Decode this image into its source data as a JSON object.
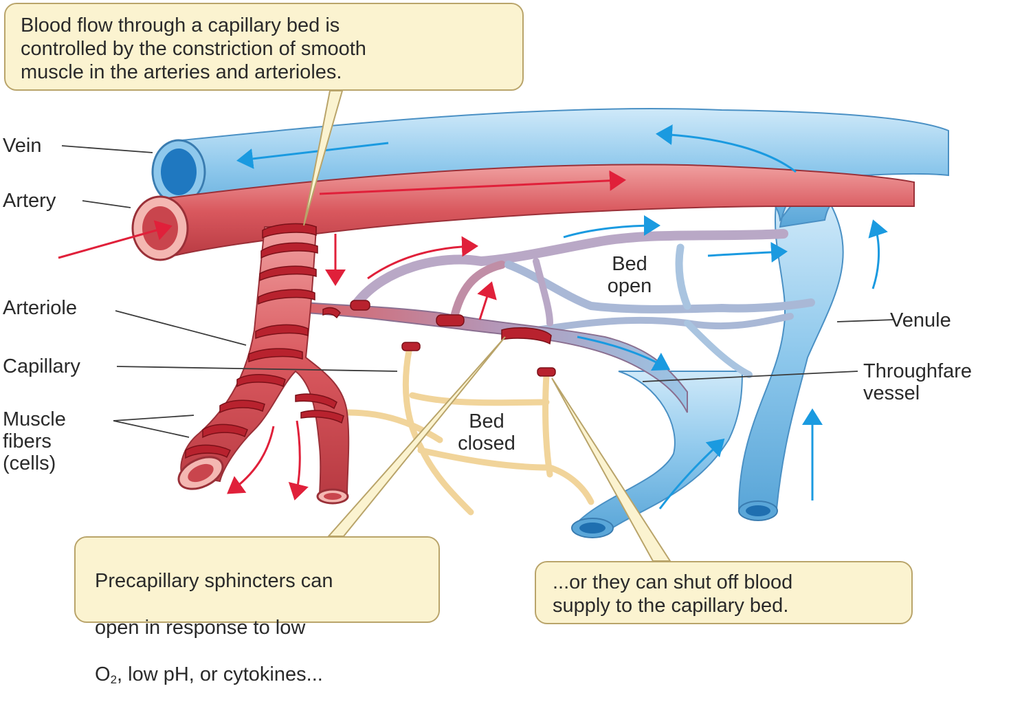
{
  "callouts": {
    "top": "Blood flow through a capillary bed is\ncontrolled by the constriction of smooth\nmuscle in the arteries and arterioles.",
    "bottom_left_line1": "Precapillary sphincters can",
    "bottom_left_line2": "open in response to low",
    "bottom_left_o": "O",
    "bottom_left_sub": "2",
    "bottom_left_line3_rest": ", low pH, or cytokines...",
    "bottom_right": "...or they can shut off blood\nsupply to the capillary bed."
  },
  "labels": {
    "vein": "Vein",
    "artery": "Artery",
    "arteriole": "Arteriole",
    "capillary": "Capillary",
    "muscle_fibers": "Muscle\nfibers\n(cells)",
    "venule": "Venule",
    "throughfare_vessel": "Throughfare\nvessel",
    "bed_open": "Bed\nopen",
    "bed_closed": "Bed\nclosed"
  },
  "colors": {
    "artery": "#d9585e",
    "artery_dark": "#a8323a",
    "sphincter": "#b8222e",
    "vein": "#8ec8ec",
    "vein_dark": "#3a8cc8",
    "closed_capillary": "#f1d49a",
    "callout_bg": "#fbf3d0",
    "arrow_red": "#e0203a",
    "arrow_blue": "#1a9ae0"
  }
}
